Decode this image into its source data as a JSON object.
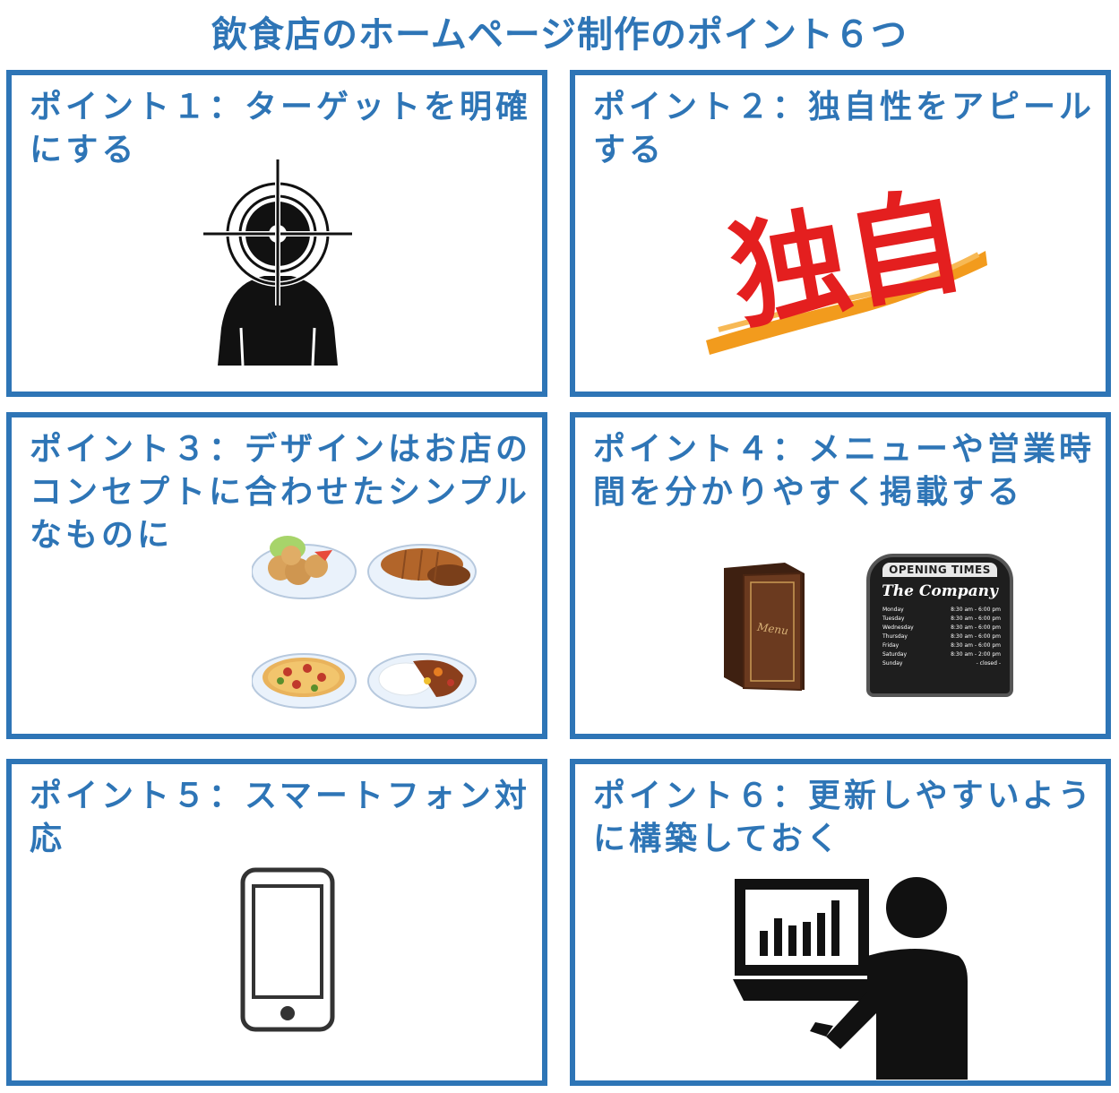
{
  "title": "飲食店のホームページ制作のポイント６つ",
  "colors": {
    "accent": "#2e75b6",
    "dokuji_red": "#e41f1f",
    "dokuji_underline": "#f29b1d"
  },
  "points": [
    {
      "label": "ポイント１：ターゲットを明確にする",
      "icon": "target-person-icon"
    },
    {
      "label": "ポイント２：独自性をアピールする",
      "icon": "dokuji-stamp-icon",
      "image_text": "独自"
    },
    {
      "label": "ポイント３：デザインはお店のコンセプトに合わせたシンプルなものに",
      "icon": "food-plates-icon"
    },
    {
      "label": "ポイント４：メニューや営業時間を分かりやすく掲載する",
      "icon": "menu-and-hours-sign-icon"
    },
    {
      "label": "ポイント５：スマートフォン対応",
      "icon": "smartphone-icon"
    },
    {
      "label": "ポイント６：更新しやすいように構築しておく",
      "icon": "person-with-laptop-chart-icon"
    }
  ],
  "menu_book": {
    "label": "Menu"
  },
  "opening_sign": {
    "header": "OPENING TIMES",
    "company": "The Company",
    "rows": [
      {
        "day": "Monday",
        "hours": "8:30 am - 6:00 pm"
      },
      {
        "day": "Tuesday",
        "hours": "8:30 am - 6:00 pm"
      },
      {
        "day": "Wednesday",
        "hours": "8:30 am - 6:00 pm"
      },
      {
        "day": "Thursday",
        "hours": "8:30 am - 6:00 pm"
      },
      {
        "day": "Friday",
        "hours": "8:30 am - 6:00 pm"
      },
      {
        "day": "Saturday",
        "hours": "8:30 am - 2:00 pm"
      },
      {
        "day": "Sunday",
        "hours": "- closed -"
      }
    ]
  }
}
